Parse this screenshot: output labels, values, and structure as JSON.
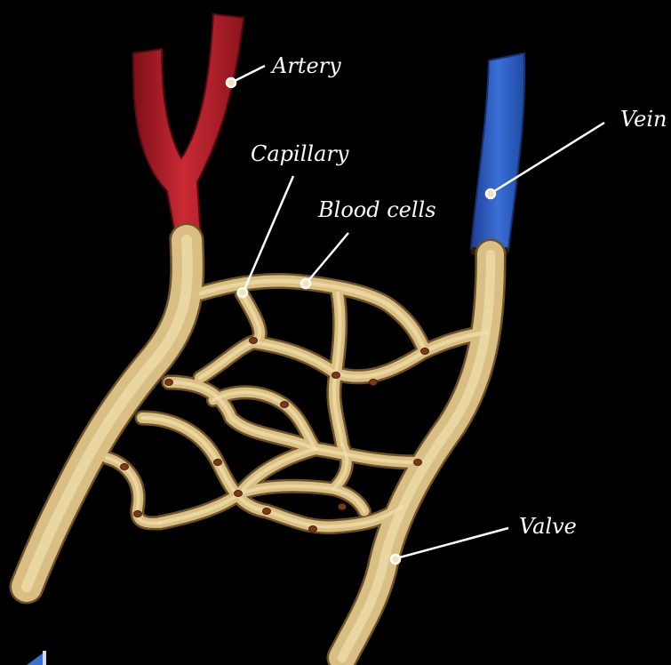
{
  "labels": {
    "artery": "Artery",
    "vein": "Vein",
    "capillary": "Capillary",
    "blood_cells": "Blood cells",
    "valve": "Valve"
  },
  "colors": {
    "background": "#000000",
    "artery": "#b8202a",
    "vein": "#2f62c8",
    "vessel": "#d9bf83",
    "label_text": "#ffffff"
  }
}
